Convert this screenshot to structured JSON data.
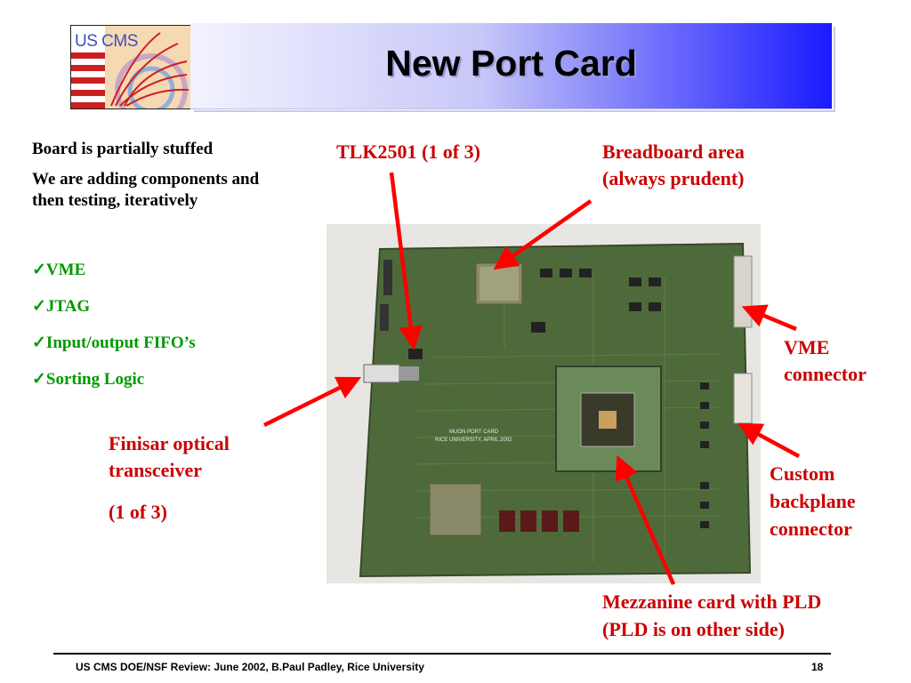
{
  "slide": {
    "title": "New Port Card",
    "logo_text": "US CMS"
  },
  "left_panel": {
    "line1": "Board is partially stuffed",
    "line2": "We are adding components and then testing, iteratively",
    "checks": [
      "✓VME",
      "✓JTAG",
      "✓Input/output FIFO’s",
      "✓Sorting Logic"
    ]
  },
  "labels": {
    "tlk": "TLK2501 (1 of 3)",
    "breadboard_1": "Breadboard area",
    "breadboard_2": "(always prudent)",
    "vme_1": "VME",
    "vme_2": "connector",
    "finisar_1": "Finisar optical",
    "finisar_2": "transceiver",
    "finisar_3": "(1 of 3)",
    "custom_1": "Custom",
    "custom_2": "backplane",
    "custom_3": "connector",
    "mezz_1": "Mezzanine card with PLD",
    "mezz_2": "(PLD is on other side)"
  },
  "board_silkscreen": {
    "line1": "MUON PORT CARD",
    "line2": "RICE UNIVERSITY, APRIL 2002"
  },
  "footer": {
    "left": "US CMS DOE/NSF Review:  June 2002, B.Paul Padley, Rice University",
    "page_number": "18"
  },
  "colors": {
    "label_red": "#cc0000",
    "check_green": "#009900",
    "title_gradient_end": "#1a1aff",
    "pcb_green": "#4f6a3a"
  }
}
